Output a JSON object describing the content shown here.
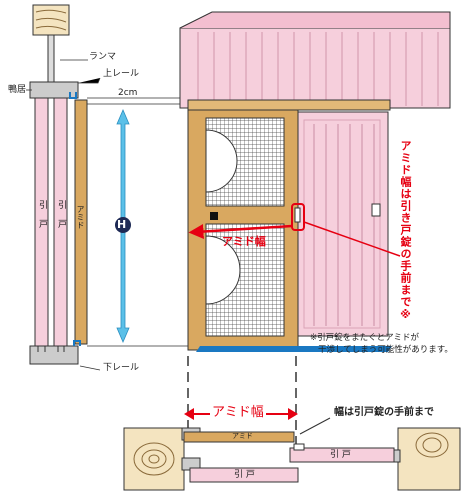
{
  "side_section": {
    "ranma_label": "ランマ",
    "shikii_label": "鴨居",
    "upper_rail_label": "上レール",
    "lower_rail_label": "下レール",
    "gap_label": "2cm",
    "height_badge": "H",
    "panel_label_1": "引 戸",
    "panel_label_2": "引 戸",
    "amido_label": "アミド"
  },
  "main_view": {
    "amido_width_label": "アミド幅",
    "vertical_note": "アミド幅は引き戸錠の手前まで※",
    "warning_line1": "※引戸錠をまたぐとアミドが",
    "warning_line2": "干渉してしまう可能性があります。"
  },
  "plan_view": {
    "amido_width_label": "アミド幅",
    "callout": "幅は引戸錠の手前まで",
    "amido_bar_label": "アミド",
    "door_label_1": "引 戸",
    "door_label_2": "引 戸"
  },
  "colors": {
    "pink": "#f6cfdc",
    "pink_dark": "#d9a3b6",
    "wood": "#d9a860",
    "red": "#e60012",
    "arrow_blue": "#5bc0e8",
    "rail_blue": "#1a78c2"
  }
}
